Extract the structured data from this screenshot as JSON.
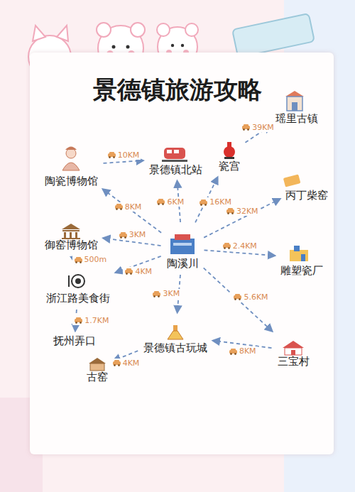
{
  "diagram": {
    "title": "景德镇旅游攻略",
    "nodes": [
      {
        "text": [
          "瑶里古镇"
        ]
      },
      {
        "text": [
          "陶瓷博物馆"
        ]
      },
      {
        "text": [
          "景德镇北站"
        ]
      },
      {
        "text": [
          "瓷宫"
        ]
      },
      {
        "text": [
          "丙丁柴窑"
        ]
      },
      {
        "text": [
          "御窑博物馆"
        ]
      },
      {
        "text": [
          "陶溪川"
        ]
      },
      {
        "text": [
          "雕塑瓷厂"
        ]
      },
      {
        "text": [
          "浙江路美食街"
        ]
      },
      {
        "text": [
          "抚州弄口"
        ]
      },
      {
        "text": [
          "景德镇古玩城"
        ]
      },
      {
        "text": [
          "三宝村"
        ]
      },
      {
        "text": [
          "古窑"
        ]
      }
    ],
    "edges": [
      {
        "from": 1,
        "to": 2,
        "arrow": "to",
        "label": "10KM"
      },
      {
        "from": 3,
        "to": 0,
        "arrow": "to",
        "label": "39KM"
      },
      {
        "from": 6,
        "to": 1,
        "arrow": "to",
        "label": "8KM"
      },
      {
        "from": 6,
        "to": 2,
        "arrow": "to",
        "label": "6KM"
      },
      {
        "from": 6,
        "to": 3,
        "arrow": "to",
        "label": "16KM"
      },
      {
        "from": 6,
        "to": 4,
        "arrow": "to",
        "label": "32KM"
      },
      {
        "from": 6,
        "to": 5,
        "arrow": "to",
        "label": "3KM"
      },
      {
        "from": 6,
        "to": 7,
        "arrow": "to",
        "label": "2.4KM"
      },
      {
        "from": 6,
        "to": 8,
        "arrow": "to",
        "label": "4KM"
      },
      {
        "from": 5,
        "to": 8,
        "arrow": "to",
        "label": "500m"
      },
      {
        "from": 8,
        "to": 9,
        "arrow": "to",
        "label": "1.7KM"
      },
      {
        "from": 6,
        "to": 10,
        "arrow": "to",
        "label": "3KM"
      },
      {
        "from": 6,
        "to": 11,
        "arrow": "to",
        "label": "5.6KM"
      },
      {
        "from": 11,
        "to": 10,
        "arrow": "to",
        "label": "8KM"
      },
      {
        "from": 10,
        "to": 12,
        "arrow": "to",
        "label": "4KM"
      }
    ]
  }
}
